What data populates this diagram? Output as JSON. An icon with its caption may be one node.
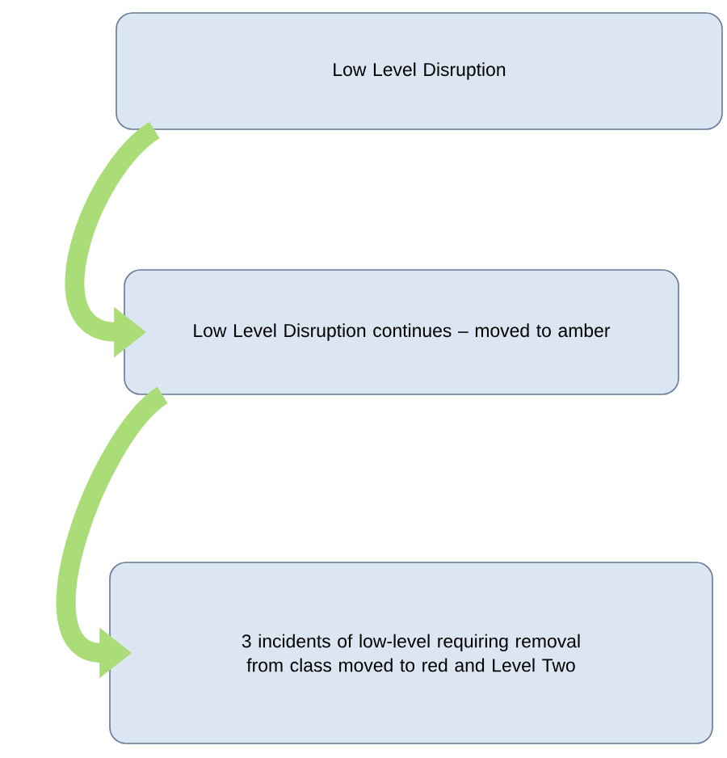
{
  "diagram": {
    "nodes": [
      {
        "text": [
          "Low Level Disruption"
        ]
      },
      {
        "text": [
          "Low Level Disruption continues – moved to amber"
        ]
      },
      {
        "text": [
          "3 incidents of low-level requiring removal from class moved to red and Level Two"
        ]
      }
    ],
    "edges": [
      {
        "from": 0,
        "to": 1,
        "arrow": "to"
      },
      {
        "from": 1,
        "to": 2,
        "arrow": "to"
      }
    ]
  }
}
